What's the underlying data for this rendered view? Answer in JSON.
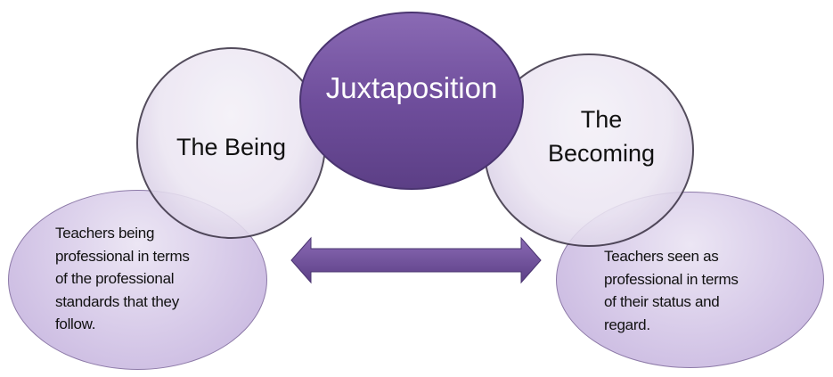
{
  "center": {
    "label": "Juxtaposition"
  },
  "left": {
    "title": "The Being",
    "description_lines": [
      "Teachers being",
      "professional in terms",
      "of the professional",
      "standards that they",
      "follow."
    ]
  },
  "right": {
    "title_lines": [
      "The",
      "Becoming"
    ],
    "description_lines": [
      "Teachers seen as",
      "professional in terms",
      "of their status and",
      "regard."
    ]
  },
  "colors": {
    "dark_purple": "#6f4e9c",
    "light_purple": "#d6c9e8"
  }
}
